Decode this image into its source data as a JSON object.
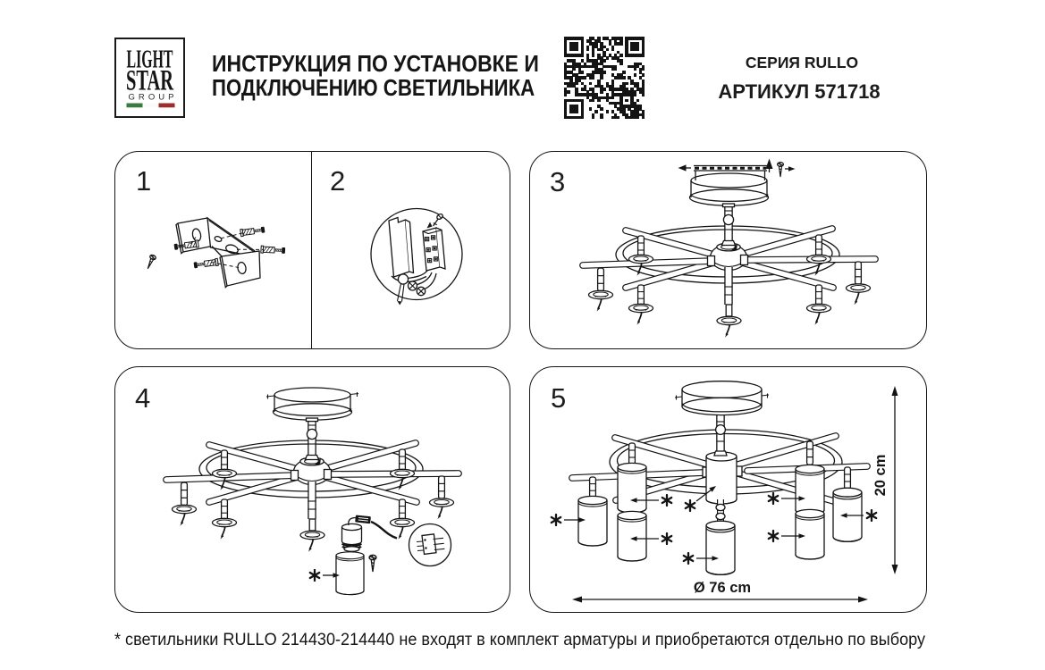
{
  "header": {
    "logo": {
      "line1": "LIGHT",
      "line2": "STAR",
      "line3": "GROUP"
    },
    "title_line1": "ИНСТРУКЦИЯ ПО УСТАНОВКЕ И",
    "title_line2": "ПОДКЛЮЧЕНИЮ СВЕТИЛЬНИКА",
    "series": "СЕРИЯ RULLO",
    "article": "АРТИКУЛ 571718",
    "qr_rows": [
      "11111110011010110111101111111",
      "10000010110110001010101000001",
      "10111010011101001011101011101",
      "10111010101101100100001011101",
      "10111010101011010100001011101",
      "10000010001000100001001000001",
      "11111110101010101010101111111",
      "00000000100011010111000000000",
      "01110010111101100001100000000",
      "10011101001111000000100001110",
      "11111111111100111110000111101",
      "10010100000111000110000001011",
      "11100110001111100000010000010",
      "10011000111001000101100001001",
      "11101111011001000011110100010",
      "00101100000010000100000010001",
      "11111010010010010100011011101",
      "01110001000111011100110001101",
      "10001011011001101111111010111",
      "11001000101001000100011111011",
      "10001111111100010111111111001",
      "00000000101111111100100010000",
      "11111110011010010000101010100",
      "10000010000000001111100011000",
      "10111010000010000010111111110",
      "10111010010001000001110101110",
      "10111010000100010100110011101",
      "10000010001001000010011011111",
      "11111110001001000111001111101"
    ]
  },
  "colors": {
    "ink": "#141414",
    "flag_green": "#3a7c40",
    "flag_white": "#fbfbfb",
    "flag_red": "#9d2c2c"
  },
  "steps": {
    "s1": "1",
    "s2": "2",
    "s3": "3",
    "s4": "4",
    "s5": "5"
  },
  "dimensions": {
    "height": "20 cm",
    "diameter": "Ø 76 cm"
  },
  "asterisk_symbol": "✱",
  "footnote": "* светильники RULLO 214430-214440 не входят в комплект арматуры и приобретаются отдельно по выбору"
}
